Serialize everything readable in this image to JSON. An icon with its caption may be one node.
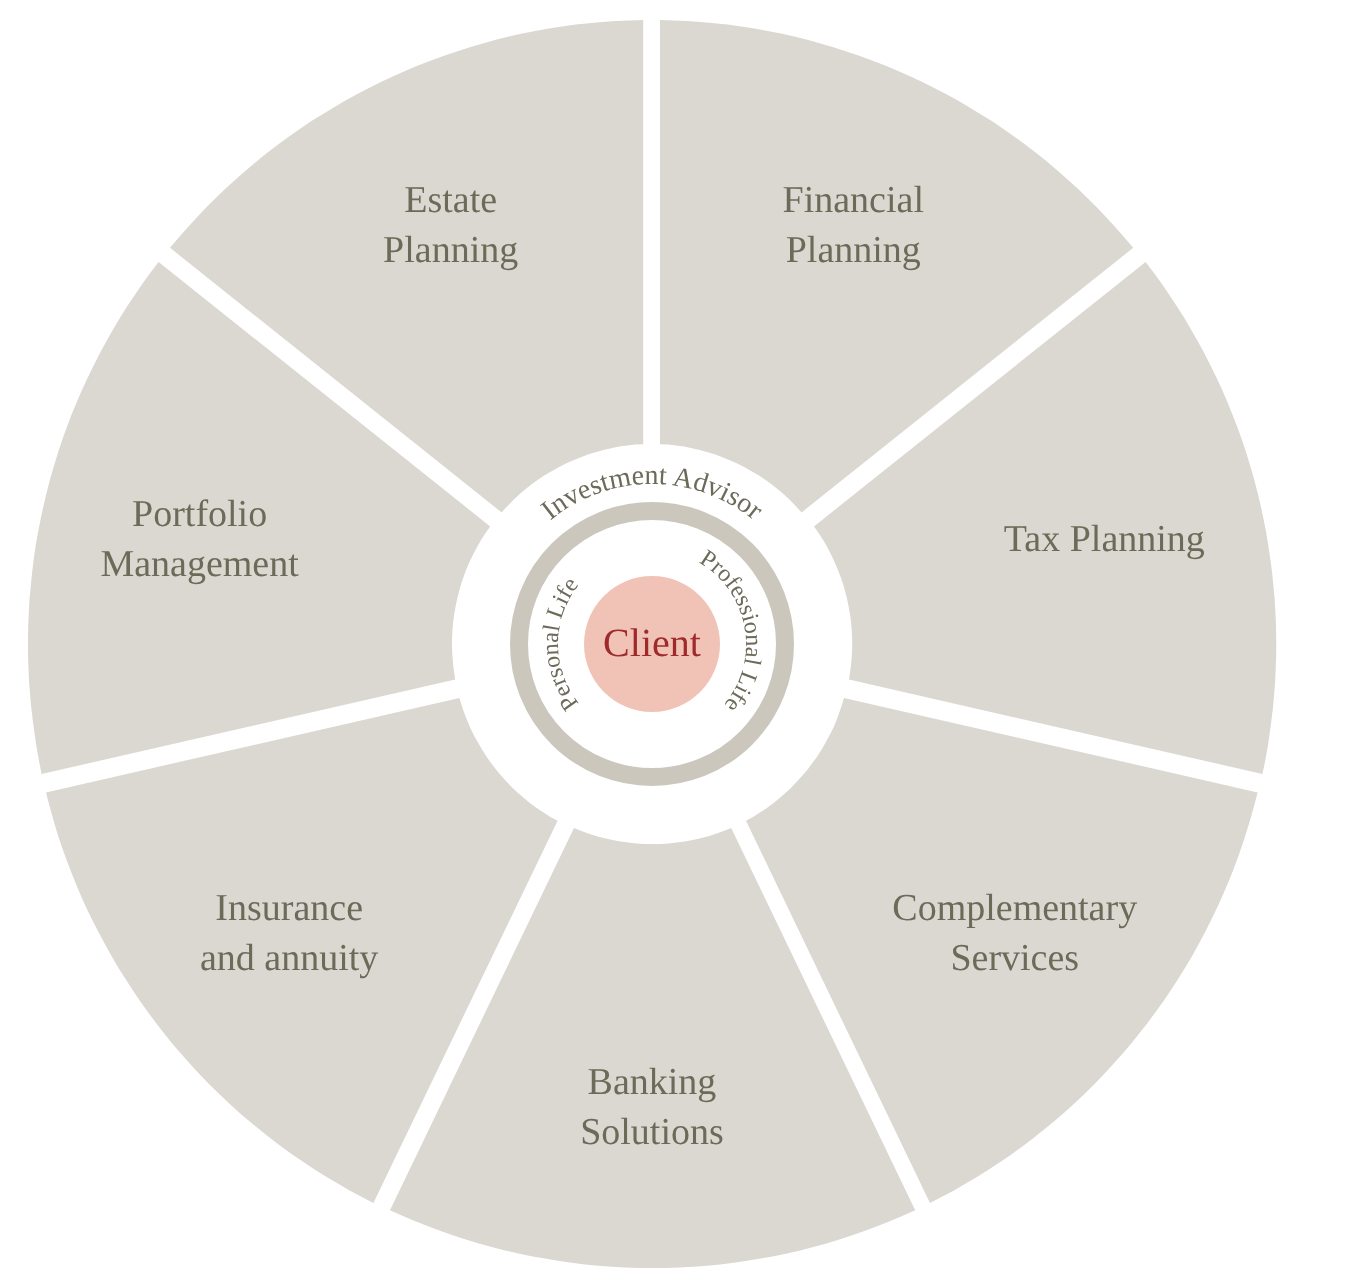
{
  "diagram": {
    "nodes": [
      {
        "text": [
          "Estate Planning"
        ]
      },
      {
        "text": [
          "Financial Planning"
        ]
      },
      {
        "text": [
          "Tax Planning"
        ]
      },
      {
        "text": [
          "Complementary Services"
        ]
      },
      {
        "text": [
          "Banking Solutions"
        ]
      },
      {
        "text": [
          "Insurance and annuity"
        ]
      },
      {
        "text": [
          "Portfolio Management"
        ]
      },
      {
        "text": [
          "Investment Advisor",
          "Personal Life",
          "Professional Life"
        ]
      },
      {
        "text": [
          "Client"
        ],
        "in": 7
      }
    ],
    "edges": []
  }
}
